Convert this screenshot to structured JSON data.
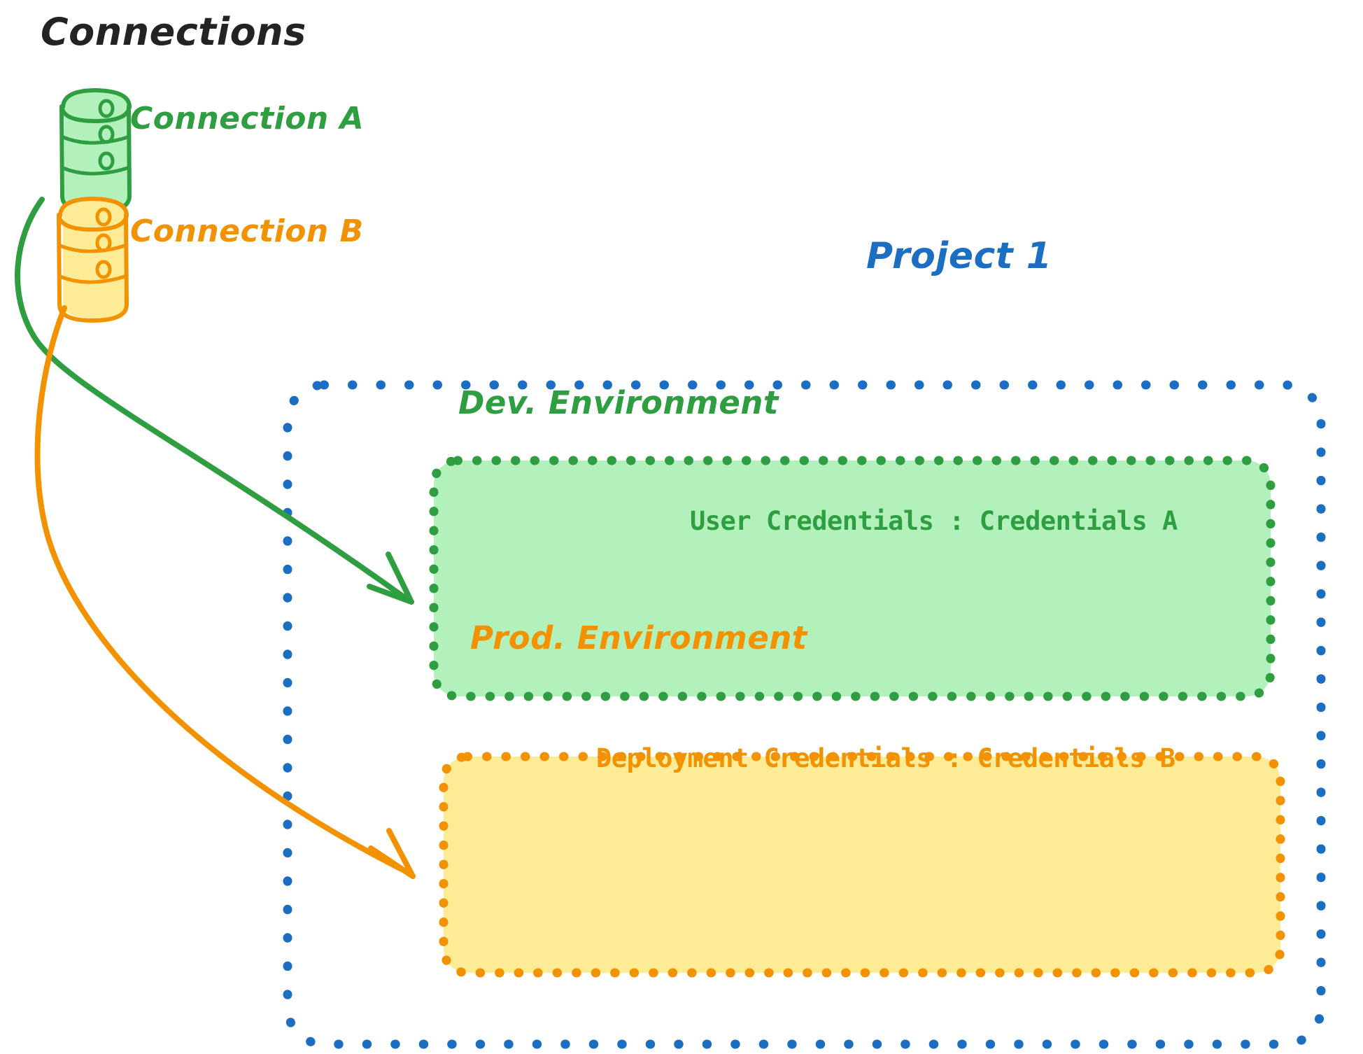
{
  "diagram": {
    "title": "Connections",
    "title_color": "#232323",
    "background": "#ffffff"
  },
  "connections": {
    "heading": "Connections",
    "items": [
      {
        "id": "connection-a",
        "label": "Connection A",
        "icon": "database-icon",
        "color": "#2f9e41",
        "fill": "#b2f0bc",
        "targets": "dev-environment"
      },
      {
        "id": "connection-b",
        "label": "Connection B",
        "icon": "database-icon",
        "color": "#f29200",
        "fill": "#fdeb96",
        "targets": "prod-environment"
      }
    ]
  },
  "project": {
    "label": "Project 1",
    "color": "#1b6ec2",
    "border_style": "dotted",
    "environments": [
      {
        "id": "dev-environment",
        "title": "Dev. Environment",
        "credential_label": "User Credentials",
        "credential_separator": ":",
        "credential_value": "Credentials A",
        "credential_line": "User Credentials : Credentials A",
        "color": "#2f9e41",
        "fill": "#b2f0bc",
        "border_style": "dotted"
      },
      {
        "id": "prod-environment",
        "title": "Prod. Environment",
        "credential_label": "Deployment Credentials",
        "credential_separator": ":",
        "credential_value": "Credentials B",
        "credential_line": "Deployment Credentials : Credentials B",
        "color": "#f29200",
        "fill": "#fdeb96",
        "border_style": "dotted"
      }
    ]
  },
  "arrows": [
    {
      "id": "arrow-connection-a-to-dev",
      "from": "connection-a",
      "to": "dev-environment",
      "color": "#2f9e41"
    },
    {
      "id": "arrow-connection-b-to-prod",
      "from": "connection-b",
      "to": "prod-environment",
      "color": "#f29200"
    }
  ],
  "palette": {
    "green_stroke": "#2f9e41",
    "green_fill": "#b2f0bc",
    "orange_stroke": "#f29200",
    "orange_fill": "#fdeb96",
    "blue": "#1b6ec2",
    "ink": "#232323"
  }
}
